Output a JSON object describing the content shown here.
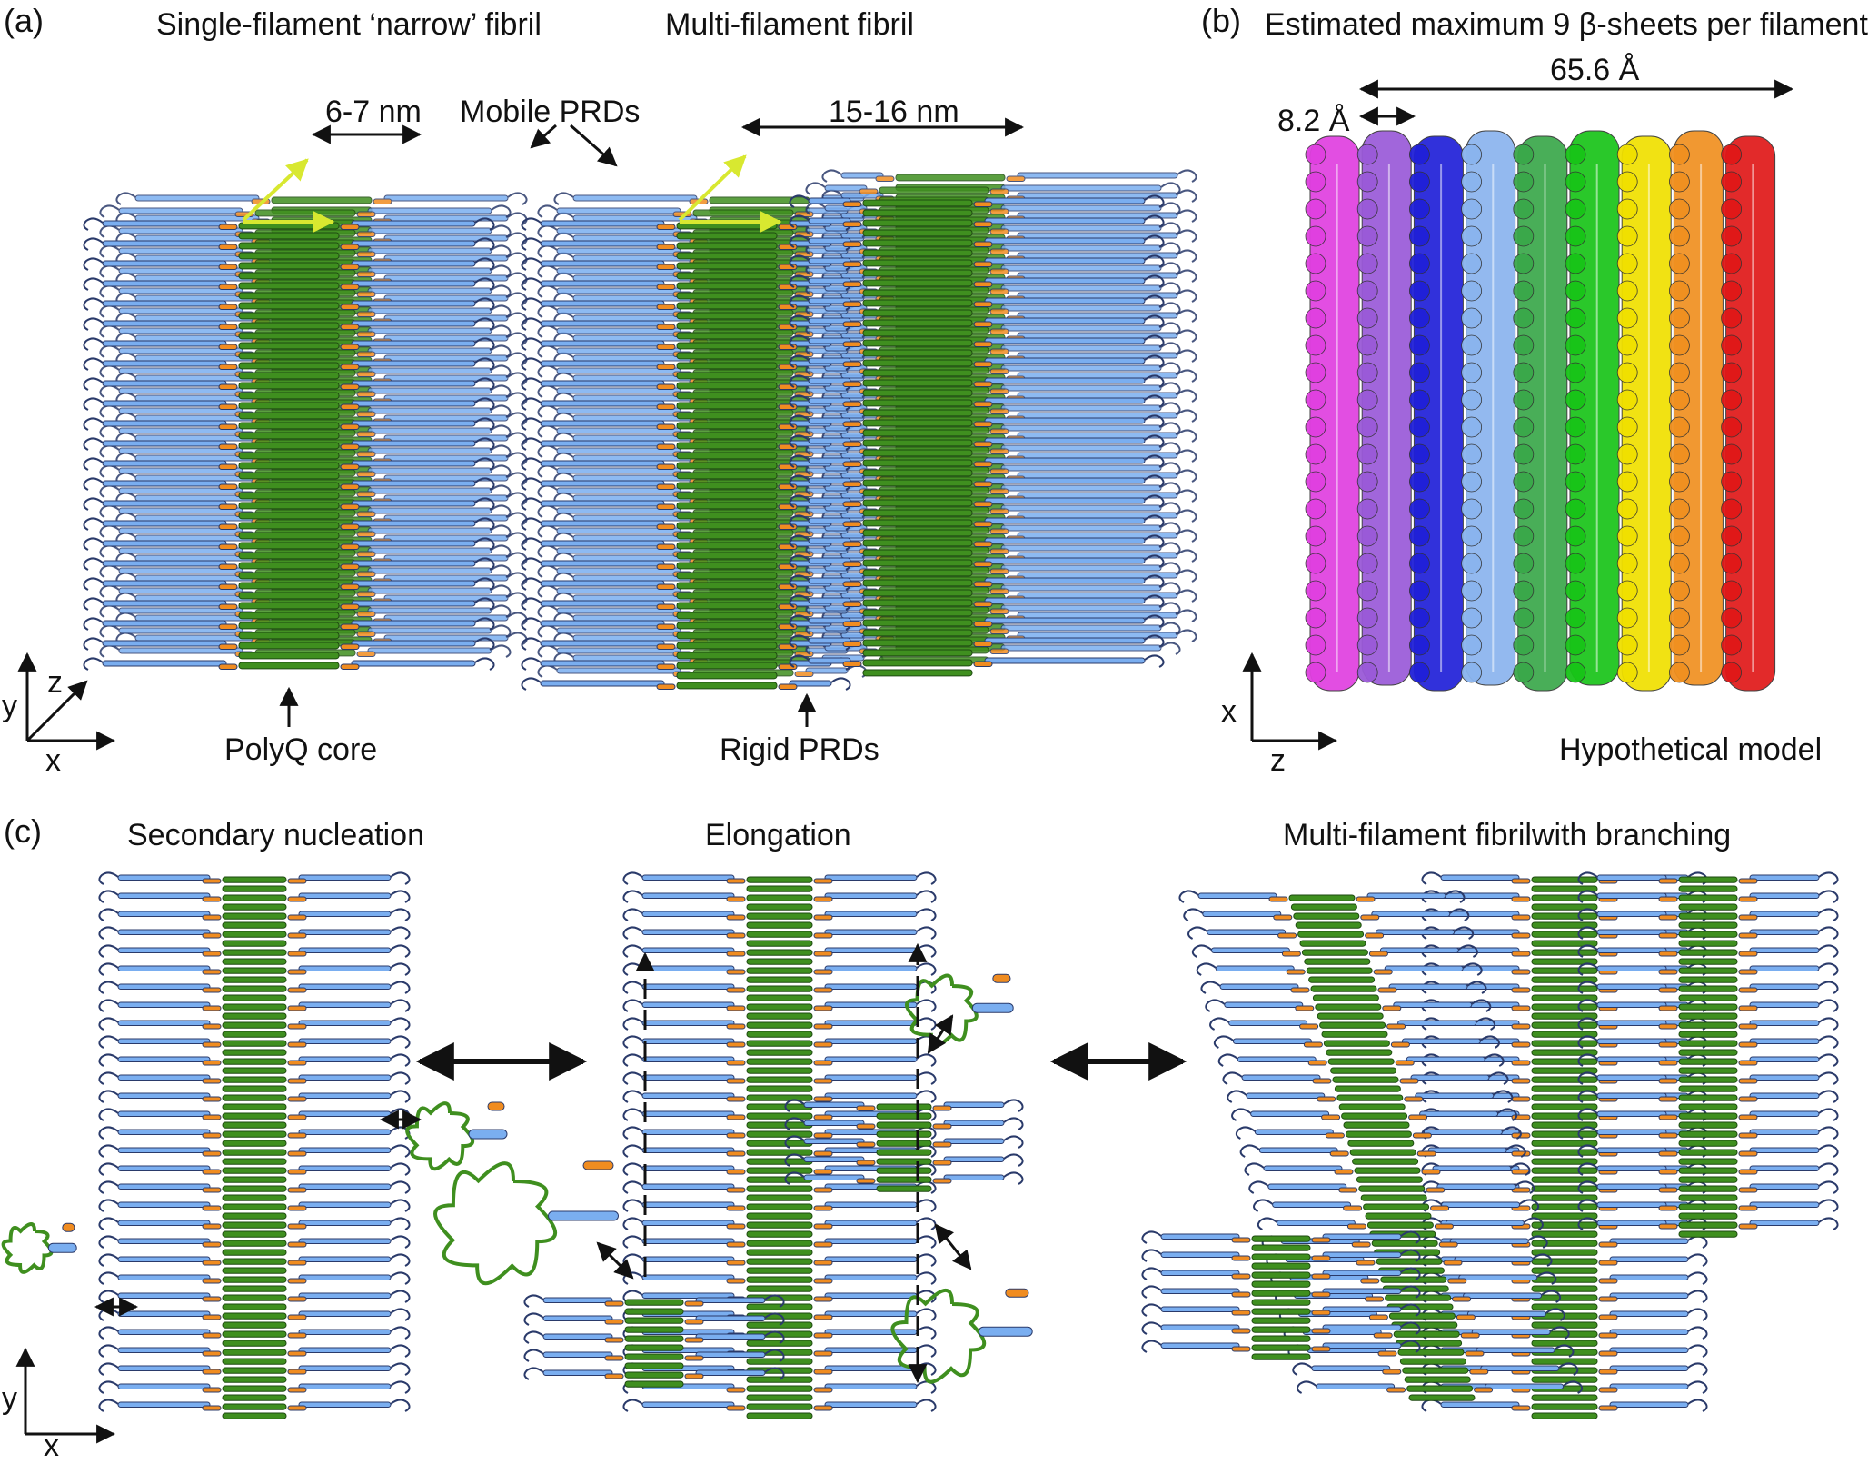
{
  "panel_a": {
    "letter": "(a)",
    "title_left": "Single-filament ‘narrow’ fibril",
    "title_right": "Multi-filament fibril",
    "width_narrow": "6-7 nm",
    "width_wide": "15-16 nm",
    "mobile_prds": "Mobile PRDs",
    "polyq_core": "PolyQ core",
    "rigid_prds": "Rigid PRDs",
    "axes": {
      "y": "y",
      "z": "z",
      "x": "x"
    }
  },
  "panel_b": {
    "letter": "(b)",
    "title": "Estimated maximum 9 β-sheets per filament",
    "width_total": "65.6 Å",
    "spacing": "8.2 Å",
    "caption": "Hypothetical model",
    "axes": {
      "x": "x",
      "z": "z"
    },
    "sheet_colors": [
      "#e040e0",
      "#9a5ad8",
      "#2020d8",
      "#8ab4ee",
      "#3aa84a",
      "#18c418",
      "#f0e000",
      "#f09020",
      "#e01818"
    ]
  },
  "panel_c": {
    "letter": "(c)",
    "title_left": "Secondary nucleation",
    "title_mid": "Elongation",
    "title_right": "Multi-filament fibrilwith branching",
    "axes": {
      "y": "y",
      "x": "x"
    }
  },
  "colors": {
    "polyq": "#3f8f1f",
    "prd_blue": "#7aaef0",
    "prd_orange": "#f08c20",
    "arrow_yellow": "#d8e830"
  }
}
